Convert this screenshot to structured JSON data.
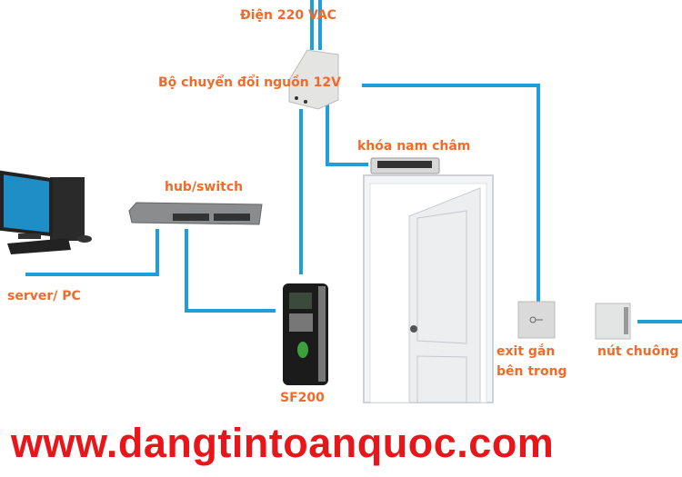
{
  "labels": {
    "power_source": "Điện 220 VAC",
    "adapter": "Bộ chuyển đổi nguồn 12V",
    "magnetic_lock": "khóa nam châm",
    "switch": "hub/switch",
    "server": "server/ PC",
    "device": "SF200",
    "exit_line1": "exit gắn",
    "exit_line2": "bên trong",
    "bell": "nút chuông"
  },
  "watermark": "www.dangtintoanquoc.com",
  "colors": {
    "wire": "#1e9fd8",
    "label": "#ef6b2c",
    "watermark": "#e8161a"
  }
}
